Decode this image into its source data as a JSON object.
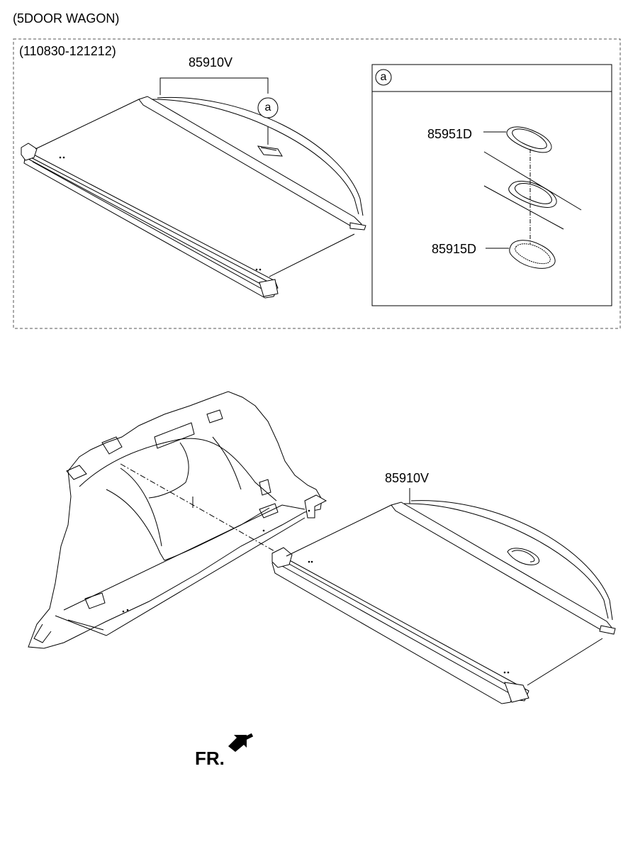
{
  "header": {
    "variant": "(5DOOR WAGON)",
    "period": "(110830-121212)"
  },
  "top_assembly": {
    "part_number": "85910V",
    "callout": "a"
  },
  "inset": {
    "callout": "a",
    "parts": [
      "85951D",
      "85915D"
    ]
  },
  "bottom_assembly": {
    "part_number": "85910V"
  },
  "direction": {
    "label": "FR."
  }
}
